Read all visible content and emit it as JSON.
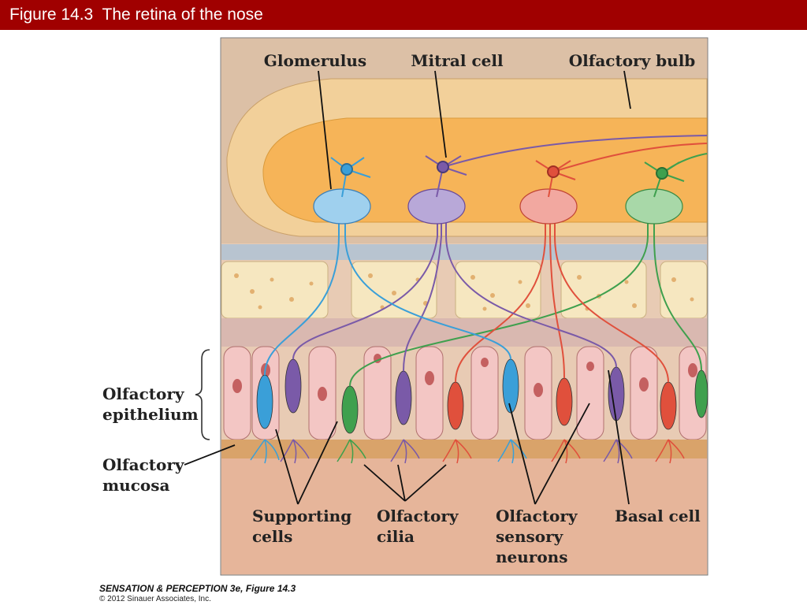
{
  "header": {
    "title": "Figure 14.3  The retina of the nose",
    "bar_color": "#a00000"
  },
  "diagram": {
    "labels": {
      "glomerulus": "Glomerulus",
      "mitral_cell": "Mitral cell",
      "olfactory_bulb": "Olfactory bulb",
      "epithelium_line1": "Olfactory",
      "epithelium_line2": "epithelium",
      "mucosa_line1": "Olfactory",
      "mucosa_line2": "mucosa",
      "supporting_line1": "Supporting",
      "supporting_line2": "cells",
      "cilia_line1": "Olfactory",
      "cilia_line2": "cilia",
      "sensory_line1": "Olfactory",
      "sensory_line2": "sensory",
      "sensory_line3": "neurons",
      "basal_cell": "Basal cell"
    },
    "colors": {
      "blue": "#3a9fd8",
      "purple": "#7a5aa8",
      "red": "#e0503c",
      "green": "#3fa04e",
      "bulb": "#f6b458",
      "bone": "#f6e7c0",
      "tissue": "#e6b59a"
    }
  },
  "footer": {
    "book": "SENSATION & PERCEPTION 3e, Figure 14.3",
    "copyright": "© 2012 Sinauer Associates, Inc."
  }
}
